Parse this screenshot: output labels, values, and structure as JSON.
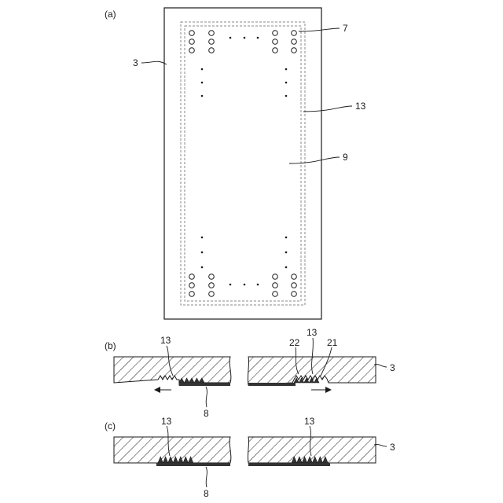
{
  "panel_a": {
    "label": "(a)",
    "refs": {
      "substrate": "3",
      "pad": "7",
      "seal_line": "13",
      "region": "9"
    }
  },
  "panel_b": {
    "label": "(b)",
    "refs": {
      "left_seal": "13",
      "right_seal": "13",
      "inner": "22",
      "outer": "21",
      "substrate": "3",
      "layer": "8"
    }
  },
  "panel_c": {
    "label": "(c)",
    "refs": {
      "left_seal": "13",
      "right_seal": "13",
      "substrate": "3",
      "layer": "8"
    }
  },
  "colors": {
    "line": "#1a1a1a",
    "dashed": "#888888",
    "layer_fill": "#333333"
  }
}
